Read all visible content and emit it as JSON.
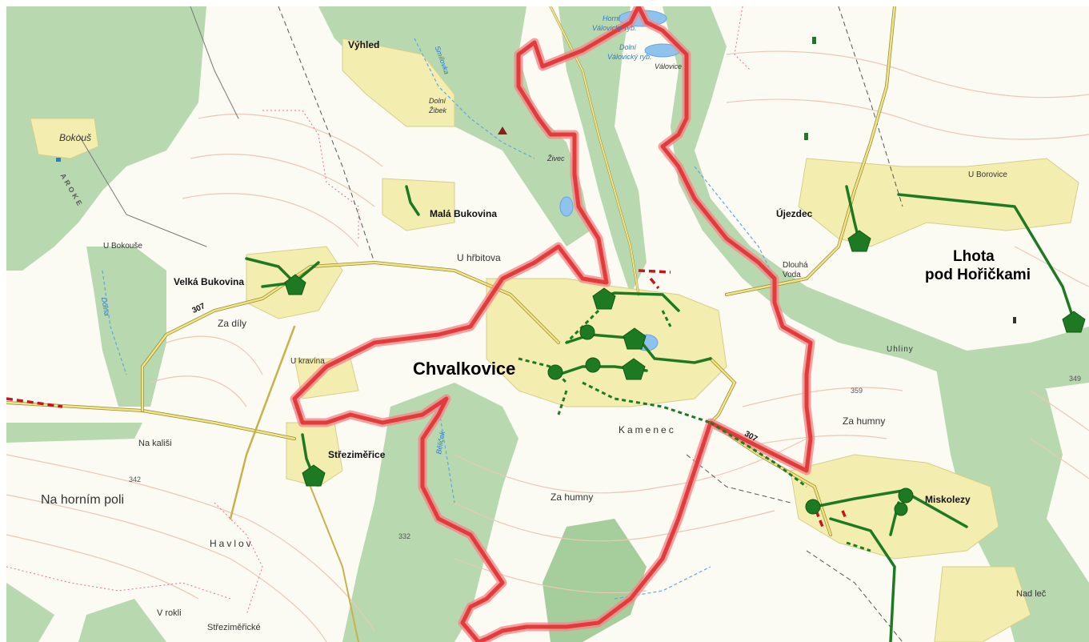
{
  "map": {
    "colors": {
      "forest": "#b8d8b0",
      "forest_dark": "#a6cd9c",
      "settlement": "#f3eeb0",
      "field": "#fbfaf3",
      "contour": "#e9c9b6",
      "road": "#e8c840",
      "boundary": "#e23b3b",
      "network": "#1e7a22",
      "water": "#63a6e0"
    },
    "labels": {
      "vyhled": "Výhled",
      "bokous": "Bokouš",
      "dolni_zibek": "Dolní",
      "dolni_zibek2": "Žibek",
      "zivec": "Živec",
      "mala_bukovina": "Malá Bukovina",
      "u_bokouse": "U Bokouše",
      "velka_bukovina": "Velká Bukovina",
      "za_dily": "Za díly",
      "u_kravina": "U kravína",
      "u_hrbitova": "U hřbitova",
      "chvalkovice": "Chvalkovice",
      "strezimerice": "Střeziměřice",
      "na_kalisi": "Na kališi",
      "na_hornim_poli": "Na horním poli",
      "havlov": "Havlov",
      "v_rokli": "V rokli",
      "strezimericke": "Střeziměřické",
      "kamenec": "Kamenec",
      "za_humny_1": "Za humny",
      "za_humny_2": "Za humny",
      "ujezdec": "Újezdec",
      "u_borovice": "U Borovice",
      "lhota_1": "Lhota",
      "lhota_2": "pod Hořičkami",
      "dlouha_1": "Dlouhá",
      "dlouha_2": "Voda",
      "uhliny": "Uhliny",
      "miskolezy": "Miskolezy",
      "nad_lec": "Nad leč",
      "valovice": "Válovice",
      "horni_rybnik": "Horní",
      "horni_rybnik2": "Válovický ryb.",
      "dolni_rybnik": "Dolní",
      "dolni_rybnik2": "Válovický ryb.",
      "smilovka": "Smílovka",
      "dolna": "Dolna",
      "belicka": "Běliček",
      "road_307_a": "307",
      "road_307_b": "307",
      "elev_342": "342",
      "elev_332": "332",
      "elev_359": "359",
      "elev_349": "349",
      "aroke": "AROKE"
    }
  }
}
